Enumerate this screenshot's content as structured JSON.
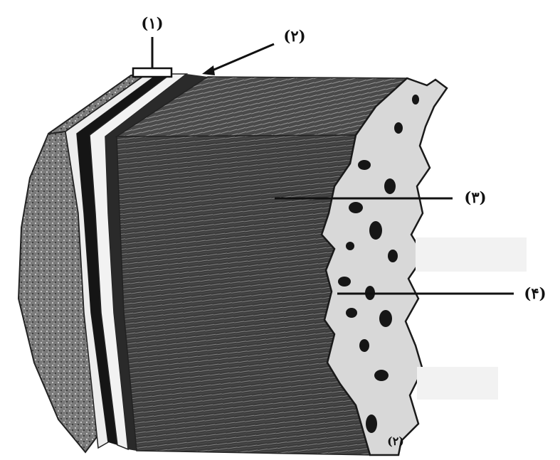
{
  "labels": {
    "label_1": "(۱)",
    "label_2": "(۲)",
    "label_3": "(۳)",
    "label_4": "(۴)",
    "corner_mark": "(۲)"
  },
  "colors": {
    "background": "#ffffff",
    "ink": "#111111",
    "dark_fill": "#3a3a3a",
    "mid_fill": "#6b6b6b",
    "pale_fill": "#d9d9d9"
  }
}
